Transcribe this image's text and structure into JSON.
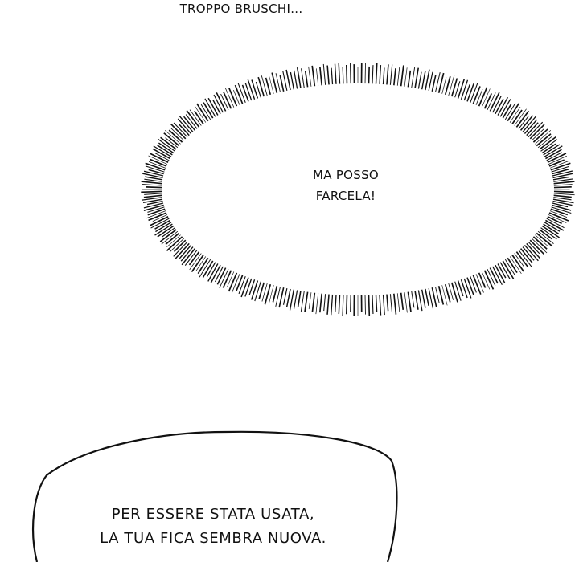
{
  "panel": {
    "bubble_top": {
      "text": "TROPPO BRUSCHI..."
    },
    "bubble_middle": {
      "text": "MA POSSO\nFARCELA!"
    },
    "bubble_bottom": {
      "text": "PER ESSERE STATA USATA,\nLA TUA FICA SEMBRA NUOVA."
    }
  },
  "colors": {
    "ink": "#111111",
    "paper": "#ffffff"
  }
}
